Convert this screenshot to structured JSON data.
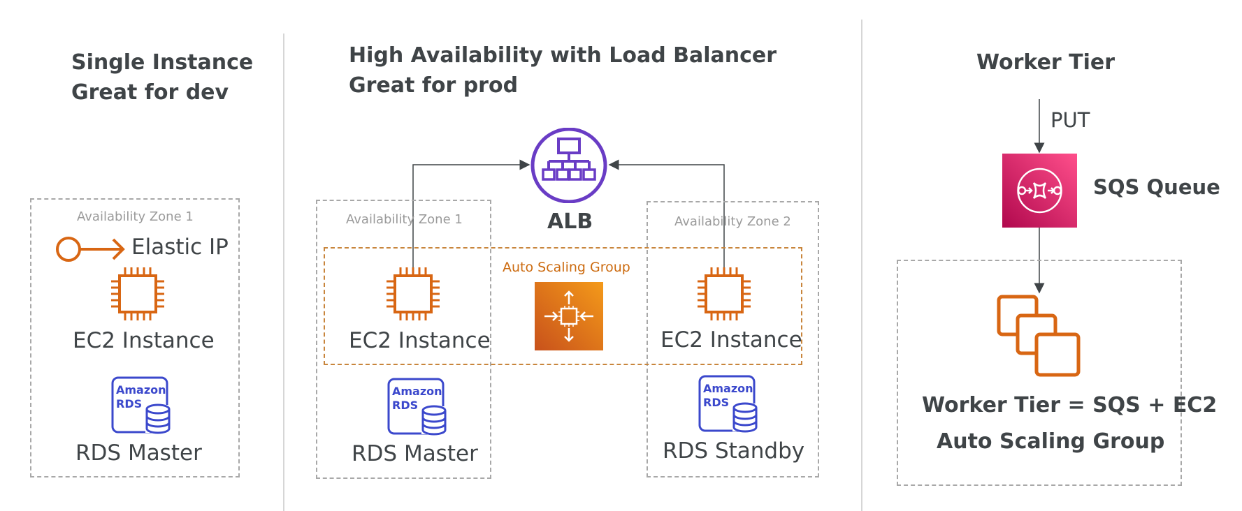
{
  "colors": {
    "ec2": "#d86613",
    "rds": "#3b48cc",
    "alb": "#693cc5",
    "sqs": "#d6246e",
    "asg": "#e57a0a",
    "zone_border": "#a8a8a8",
    "asg_border": "#c8853c",
    "text": "#3f4447"
  },
  "single": {
    "title_line1": "Single Instance",
    "title_line2": "Great for dev",
    "zone_label": "Availability Zone 1",
    "elastic_ip_label": "Elastic IP",
    "ec2_label": "EC2 Instance",
    "rds_label": "RDS Master",
    "rds_badge": [
      "Amazon",
      "RDS"
    ]
  },
  "ha": {
    "title_line1": "High Availability with Load Balancer",
    "title_line2": "Great for prod",
    "alb_label": "ALB",
    "zone1_label": "Availability Zone 1",
    "zone2_label": "Availability Zone 2",
    "asg_label": "Auto Scaling Group",
    "ec2_left_label": "EC2 Instance",
    "ec2_right_label": "EC2 Instance",
    "rds_left_label": "RDS Master",
    "rds_right_label": "RDS Standby"
  },
  "worker": {
    "title": "Worker Tier",
    "put_label": "PUT",
    "sqs_label": "SQS Queue",
    "desc_line1": "Worker Tier = SQS + EC2",
    "desc_line2": "Auto Scaling Group"
  },
  "icons": {
    "elastic_ip": "elastic-ip-icon",
    "ec2": "ec2-chip-icon",
    "rds": "amazon-rds-icon",
    "alb": "load-balancer-icon",
    "asg": "auto-scaling-icon",
    "sqs": "sqs-queue-icon",
    "instances": "ec2-instances-stack-icon"
  }
}
